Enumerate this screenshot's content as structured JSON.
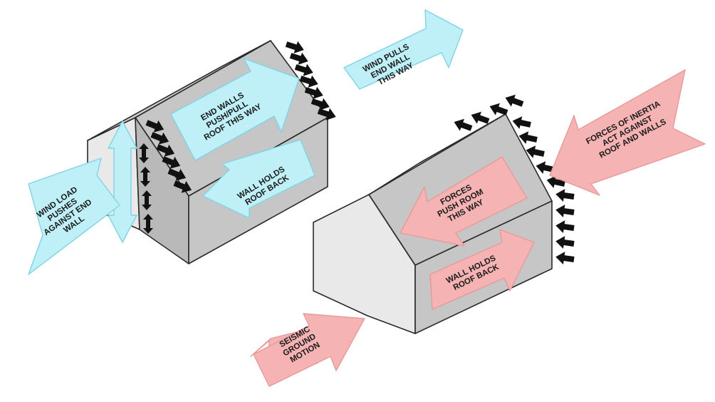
{
  "diagram": {
    "labels": {
      "wind_pulls": [
        "WIND PULLS",
        "END WALL",
        "THIS WAY"
      ],
      "end_walls_push_pull": [
        "END WALLS",
        "PUSH/PULL",
        "ROOF THIS WAY"
      ],
      "wall_holds_left": [
        "WALL HOLDS",
        "ROOF BACK"
      ],
      "wind_load": [
        "WIND LOAD",
        "PUSHES",
        "AGAINST END",
        "WALL"
      ],
      "forces_of_inertia": [
        "FORCES OF INERTIA",
        "ACT AGAINST",
        "ROOF AND WALLS"
      ],
      "forces_push_room": [
        "FORCES",
        "PUSH ROOM",
        "THIS WAY"
      ],
      "wall_holds_right": [
        "WALL HOLDS",
        "ROOF BACK"
      ],
      "seismic_ground_motion": [
        "SEISMIC",
        "GROUND",
        "MOTION"
      ]
    },
    "colors": {
      "wind_arrow_fill": "#bff0f7",
      "seismic_arrow_fill": "#f6b3b3",
      "building_gray": "#c6c6c6",
      "force_arrow_black": "#111111"
    }
  }
}
